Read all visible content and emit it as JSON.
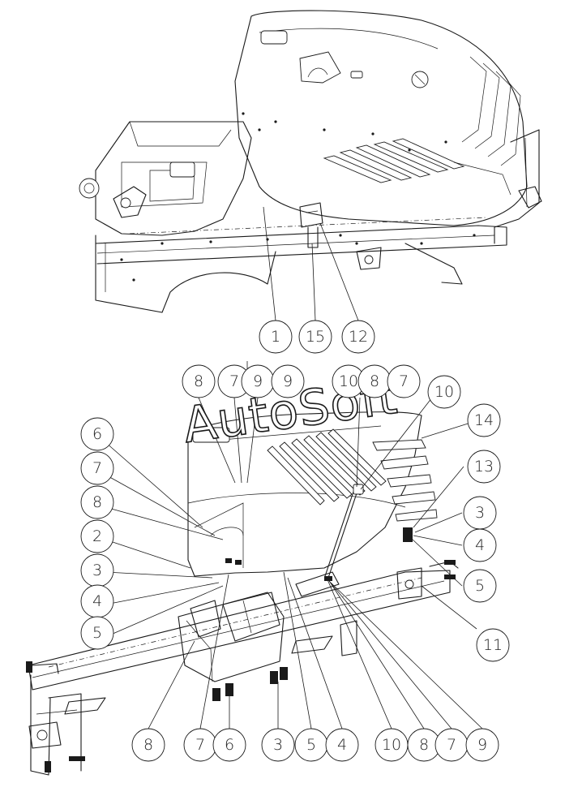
{
  "watermark": "AutoSoft",
  "callouts_top": [
    "1",
    "15",
    "12"
  ],
  "callouts_bottom_top_row": [
    "8",
    "7",
    "9",
    "9",
    "10",
    "8",
    "7",
    "10",
    "14"
  ],
  "callouts_left": [
    "6",
    "7",
    "8",
    "2",
    "3",
    "4",
    "5"
  ],
  "callouts_right": [
    "13",
    "3",
    "4",
    "5",
    "11"
  ],
  "callouts_bottom_row": [
    "8",
    "7",
    "6",
    "3",
    "5",
    "4",
    "10",
    "8",
    "7",
    "9"
  ]
}
